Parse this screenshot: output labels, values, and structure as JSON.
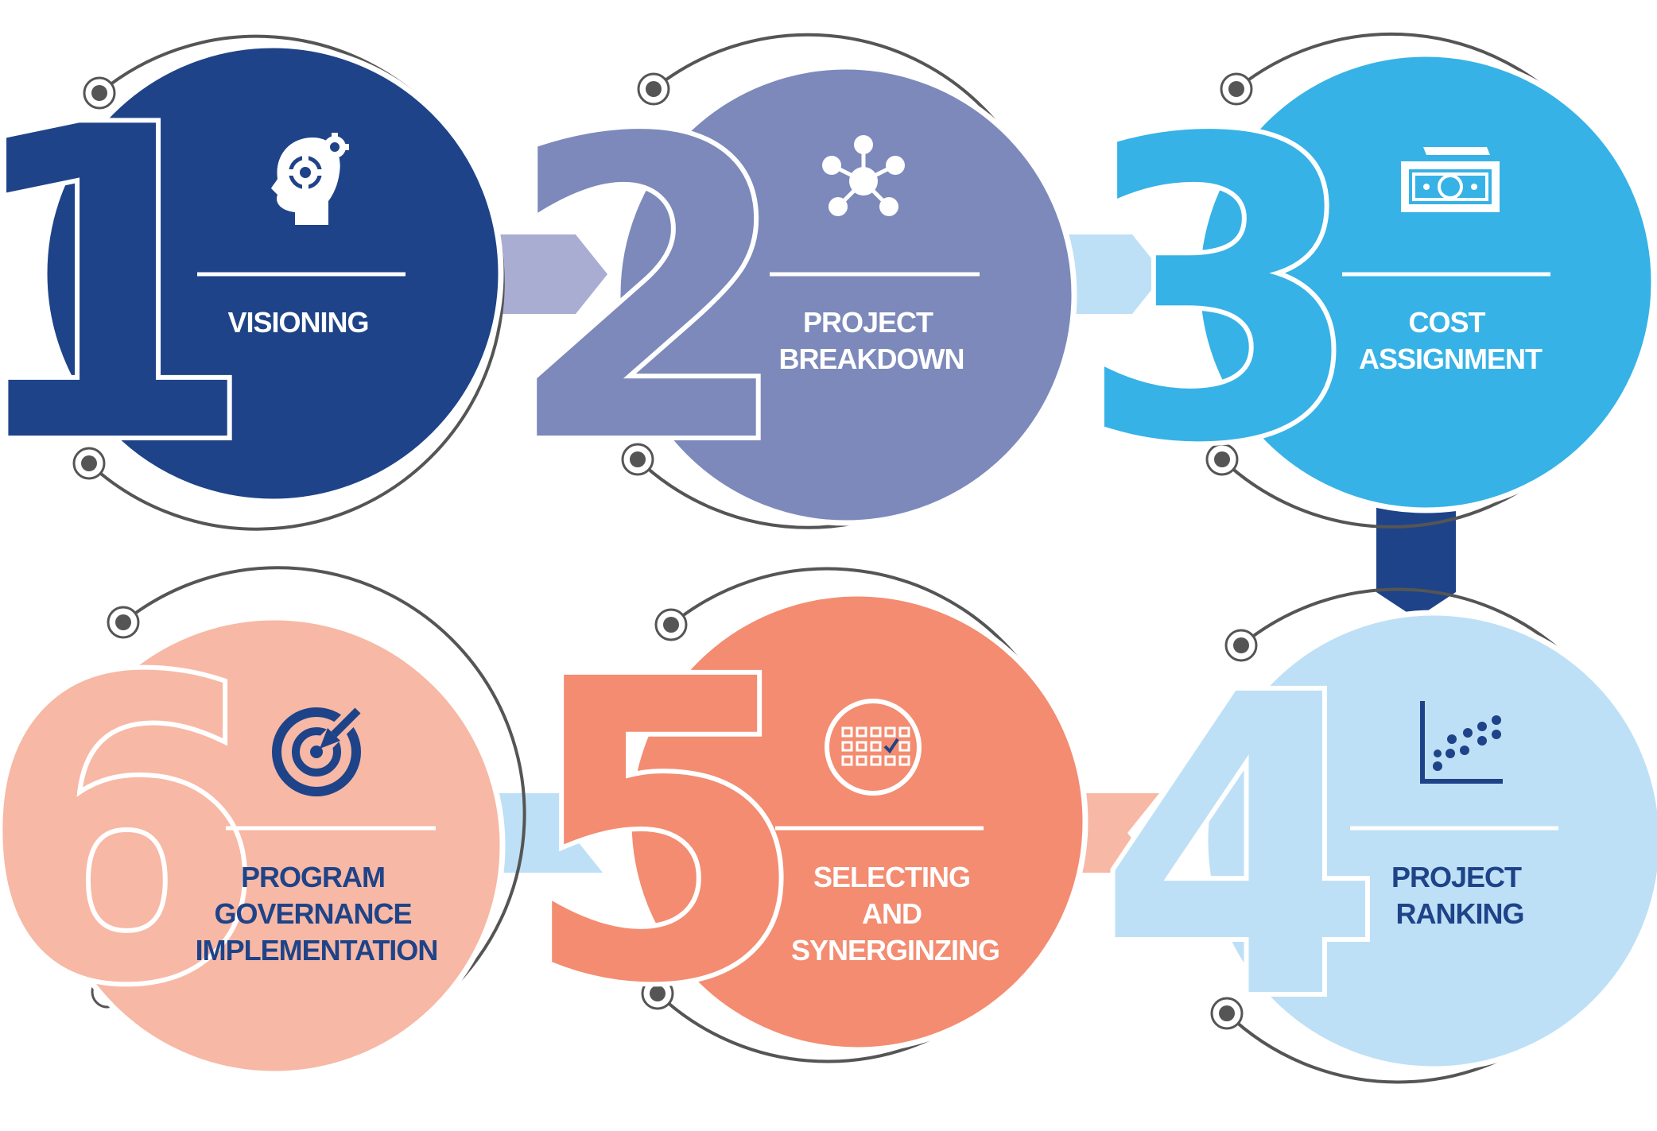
{
  "colors": {
    "step1": "#1e4388",
    "step2": "#7c89ba",
    "step3": "#36b2e6",
    "step4": "#bde0f6",
    "step5": "#f38c71",
    "step6": "#f7b8a5",
    "ring": "#555555",
    "arrow12": "#a9add2",
    "arrow23": "#bde0f6",
    "arrow34": "#1e4388",
    "arrow45": "#f7b8a5",
    "arrow56": "#bde0f6",
    "label_light": "#ffffff",
    "label_dark": "#1e4388"
  },
  "steps": [
    {
      "number": "1",
      "lines": [
        "VISIONING"
      ],
      "icon": "head-gears-icon"
    },
    {
      "number": "2",
      "lines": [
        "PROJECT",
        "BREAKDOWN"
      ],
      "icon": "network-icon"
    },
    {
      "number": "3",
      "lines": [
        "COST",
        "ASSIGNMENT"
      ],
      "icon": "banknote-icon"
    },
    {
      "number": "4",
      "lines": [
        "PROJECT",
        "RANKING"
      ],
      "icon": "scatter-plot-icon"
    },
    {
      "number": "5",
      "lines": [
        "SELECTING",
        "AND",
        "SYNERGINZING"
      ],
      "icon": "calendar-check-icon"
    },
    {
      "number": "6",
      "lines": [
        "PROGRAM",
        "GOVERNANCE",
        "IMPLEMENTATION"
      ],
      "icon": "target-arrow-icon"
    }
  ]
}
